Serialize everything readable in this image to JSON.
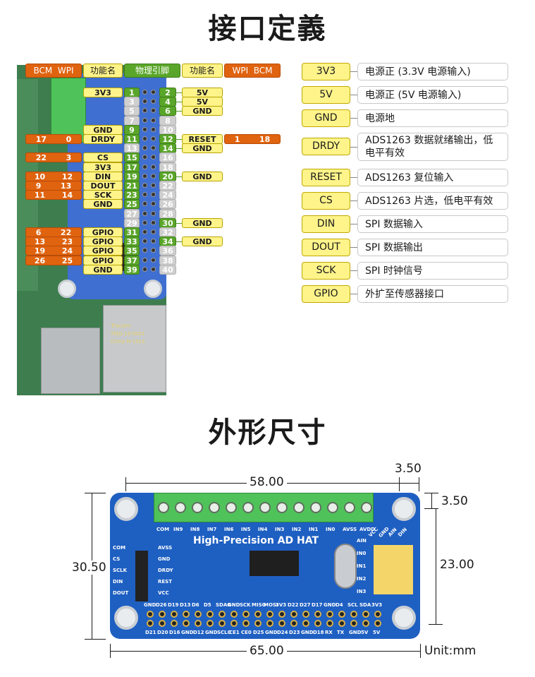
{
  "section1_title": "接口定義",
  "section2_title": "外形尺寸",
  "pin_header": {
    "left_bcm": "BCM",
    "left_wpi": "WPI",
    "left_func": "功能名",
    "center": "物理引脚",
    "right_func": "功能名",
    "right_wpi": "WPI",
    "right_bcm": "BCM"
  },
  "pins_left": [
    {
      "pin": "1",
      "func": "3V3",
      "bcm": "",
      "wpi": ""
    },
    {
      "pin": "3",
      "func": "",
      "bcm": "",
      "wpi": ""
    },
    {
      "pin": "5",
      "func": "",
      "bcm": "",
      "wpi": ""
    },
    {
      "pin": "7",
      "func": "",
      "bcm": "",
      "wpi": ""
    },
    {
      "pin": "9",
      "func": "GND",
      "bcm": "",
      "wpi": ""
    },
    {
      "pin": "11",
      "func": "DRDY",
      "bcm": "17",
      "wpi": "0"
    },
    {
      "pin": "13",
      "func": "",
      "bcm": "",
      "wpi": ""
    },
    {
      "pin": "15",
      "func": "CS",
      "bcm": "22",
      "wpi": "3"
    },
    {
      "pin": "17",
      "func": "3V3",
      "bcm": "",
      "wpi": ""
    },
    {
      "pin": "19",
      "func": "DIN",
      "bcm": "10",
      "wpi": "12"
    },
    {
      "pin": "21",
      "func": "DOUT",
      "bcm": "9",
      "wpi": "13"
    },
    {
      "pin": "23",
      "func": "SCK",
      "bcm": "11",
      "wpi": "14"
    },
    {
      "pin": "25",
      "func": "GND",
      "bcm": "",
      "wpi": ""
    },
    {
      "pin": "27",
      "func": "",
      "bcm": "",
      "wpi": ""
    },
    {
      "pin": "29",
      "func": "",
      "bcm": "",
      "wpi": ""
    },
    {
      "pin": "31",
      "func": "GPIO",
      "bcm": "6",
      "wpi": "22"
    },
    {
      "pin": "33",
      "func": "GPIO",
      "bcm": "13",
      "wpi": "23"
    },
    {
      "pin": "35",
      "func": "GPIO",
      "bcm": "19",
      "wpi": "24"
    },
    {
      "pin": "37",
      "func": "GPIO",
      "bcm": "26",
      "wpi": "25"
    },
    {
      "pin": "39",
      "func": "GND",
      "bcm": "",
      "wpi": ""
    }
  ],
  "pins_right": [
    {
      "pin": "2",
      "func": "5V",
      "wpi": "",
      "bcm": ""
    },
    {
      "pin": "4",
      "func": "5V",
      "wpi": "",
      "bcm": ""
    },
    {
      "pin": "6",
      "func": "GND",
      "wpi": "",
      "bcm": ""
    },
    {
      "pin": "8",
      "func": "",
      "wpi": "",
      "bcm": ""
    },
    {
      "pin": "10",
      "func": "",
      "wpi": "",
      "bcm": ""
    },
    {
      "pin": "12",
      "func": "RESET",
      "wpi": "1",
      "bcm": "18"
    },
    {
      "pin": "14",
      "func": "GND",
      "wpi": "",
      "bcm": ""
    },
    {
      "pin": "16",
      "func": "",
      "wpi": "",
      "bcm": ""
    },
    {
      "pin": "18",
      "func": "",
      "wpi": "",
      "bcm": ""
    },
    {
      "pin": "20",
      "func": "GND",
      "wpi": "",
      "bcm": ""
    },
    {
      "pin": "22",
      "func": "",
      "wpi": "",
      "bcm": ""
    },
    {
      "pin": "24",
      "func": "",
      "wpi": "",
      "bcm": ""
    },
    {
      "pin": "26",
      "func": "",
      "wpi": "",
      "bcm": ""
    },
    {
      "pin": "28",
      "func": "",
      "wpi": "",
      "bcm": ""
    },
    {
      "pin": "30",
      "func": "GND",
      "wpi": "",
      "bcm": ""
    },
    {
      "pin": "32",
      "func": "",
      "wpi": "",
      "bcm": ""
    },
    {
      "pin": "34",
      "func": "GND",
      "wpi": "",
      "bcm": ""
    },
    {
      "pin": "36",
      "func": "",
      "wpi": "",
      "bcm": ""
    },
    {
      "pin": "38",
      "func": "",
      "wpi": "",
      "bcm": ""
    },
    {
      "pin": "40",
      "func": "",
      "wpi": "",
      "bcm": ""
    }
  ],
  "legend": [
    {
      "key": "3V3",
      "desc": "电源正 (3.3V 电源输入)"
    },
    {
      "key": "5V",
      "desc": "电源正 (5V 电源输入)"
    },
    {
      "key": "GND",
      "desc": "电源地"
    },
    {
      "key": "DRDY",
      "desc": "ADS1263 数据就绪输出，低电平有效"
    },
    {
      "key": "RESET",
      "desc": "ADS1263 复位输入"
    },
    {
      "key": "CS",
      "desc": "ADS1263 片选，低电平有效"
    },
    {
      "key": "DIN",
      "desc": "SPI 数据输入"
    },
    {
      "key": "DOUT",
      "desc": "SPI 数据输出"
    },
    {
      "key": "SCK",
      "desc": "SPI 时钟信号"
    },
    {
      "key": "GPIO",
      "desc": "外扩至传感器接口"
    }
  ],
  "board_silk": {
    "usb_label_1": "Trxcom",
    "usb_label_2": "TRJG-14-0001",
    "usb_label_3": "China M 1913"
  },
  "dimensions": {
    "width_hole_spacing": "58.00",
    "hole_offset_x": "3.50",
    "hole_offset_y": "3.50",
    "height_total": "30.50",
    "height_hole_spacing": "23.00",
    "width_total": "65.00",
    "unit": "Unit:mm"
  },
  "pcb_silk": {
    "title": "High-Precision AD HAT",
    "terminal_labels": [
      "COM",
      "IN9",
      "IN8",
      "IN7",
      "IN6",
      "IN5",
      "IN4",
      "IN3",
      "IN2",
      "IN1",
      "IN0",
      "AVSS",
      "AVDD"
    ],
    "left_labels": [
      "COM",
      "CS",
      "SCLK",
      "DIN",
      "DOUT"
    ],
    "mid_labels": [
      "AVSS",
      "GND",
      "DRDY",
      "REST",
      "VCC"
    ],
    "right_labels": [
      "AIN",
      "IN0",
      "IN1",
      "IN2",
      "IN3"
    ],
    "right_top": [
      "VCC",
      "GND",
      "AIN",
      "DIN"
    ],
    "top_row": [
      "GND",
      "D26",
      "D19",
      "D13",
      "D6",
      "D5",
      "SDA0",
      "GND",
      "SCK",
      "MISO",
      "MOSI",
      "3V3",
      "D22",
      "D27",
      "D17",
      "GND",
      "D4",
      "SCL",
      "SDA",
      "3V3"
    ],
    "bottom_row": [
      "D21",
      "D20",
      "D16",
      "GND",
      "D12",
      "GND",
      "SCL0",
      "CE1",
      "CE0",
      "D25",
      "GND",
      "D24",
      "D23",
      "GND",
      "D18",
      "RX",
      "TX",
      "GND",
      "5V",
      "5V"
    ]
  }
}
